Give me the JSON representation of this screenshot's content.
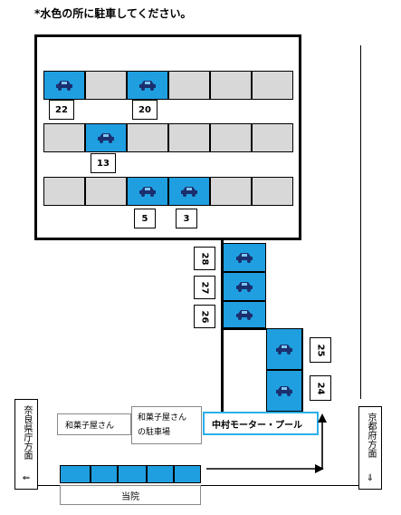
{
  "title": "*水色の所に駐車してください。",
  "spaces": {
    "s22": "22",
    "s20": "20",
    "s13": "13",
    "s5": "5",
    "s3": "3",
    "s28": "28",
    "s27": "27",
    "s26": "26",
    "s25": "25",
    "s24": "24"
  },
  "labels": {
    "wagashi": "和菓子屋さん",
    "wagashi_parking": "和菓子屋さん\nの駐車場",
    "nakamura": "中村モーター・プール",
    "toin": "当院",
    "nara": "奈良県庁方面",
    "nara_arrow": "⇐",
    "kyoto": "京都府方面",
    "kyoto_arrow": "⇓"
  },
  "colors": {
    "available": "#1f9fe0",
    "occupied": "#d8d8d8"
  },
  "icons": {
    "car": "car-icon"
  }
}
